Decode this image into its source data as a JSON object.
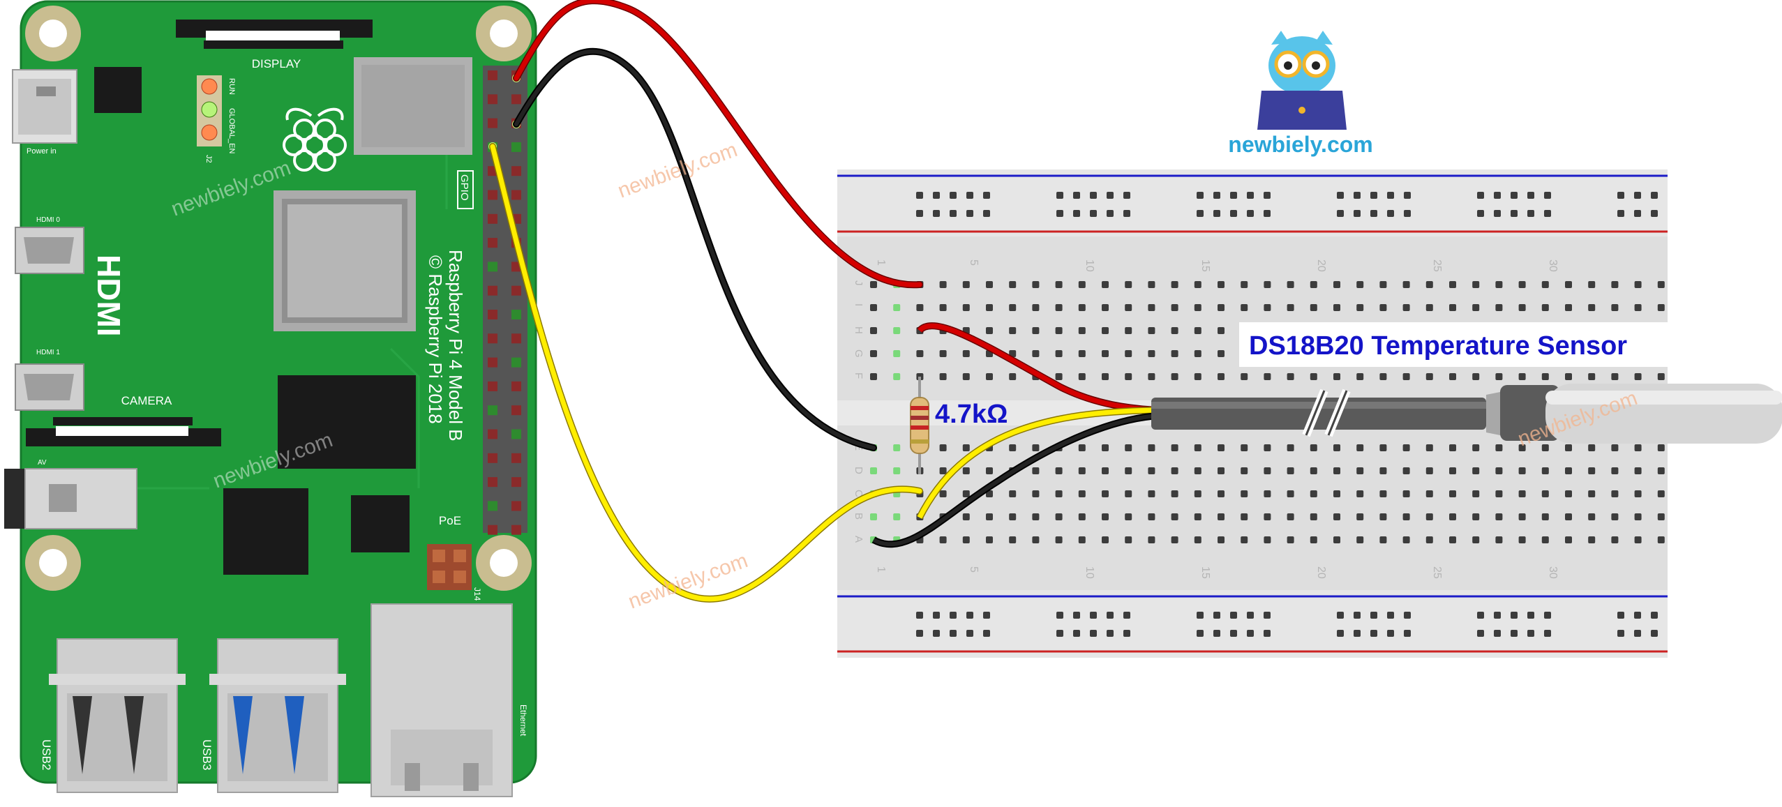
{
  "board": {
    "name_line1": "Raspberry Pi 4 Model B",
    "name_line2": "© Raspberry Pi 2018",
    "display_label": "DISPLAY",
    "camera_label": "CAMERA",
    "hdmi_label": "HDMI",
    "hdmi0_label": "HDMI 0",
    "hdmi1_label": "HDMI 1",
    "power_label": "Power in",
    "av_label": "AV",
    "poe_label": "PoE",
    "gpio_label": "GPIO",
    "j14_label": "J14",
    "j2_label": "J2",
    "run_label": "RUN",
    "global_en_label": "GLOBAL_EN",
    "usb2_label": "USB2",
    "usb3_label": "USB3",
    "ethernet_label": "Ethernet"
  },
  "breadboard": {
    "rows_top": [
      "J",
      "I",
      "H",
      "G",
      "F"
    ],
    "rows_bottom": [
      "E",
      "D",
      "C",
      "B",
      "A"
    ],
    "column_numbers": [
      "1",
      "5",
      "10",
      "15",
      "20",
      "25",
      "30"
    ]
  },
  "components": {
    "resistor_value": "4.7kΩ",
    "sensor_label": "DS18B20 Temperature Sensor"
  },
  "branding": {
    "site": "newbiely.com",
    "watermark": "newbiely.com"
  },
  "colors": {
    "board_green": "#1f9a3a",
    "wire_red": "#d40000",
    "wire_black": "#111111",
    "wire_yellow": "#ffee00",
    "rail_blue": "#1c1cc8",
    "rail_red": "#cc2222",
    "label_blue": "#1414c8",
    "brand_blue": "#2aa5d8"
  }
}
